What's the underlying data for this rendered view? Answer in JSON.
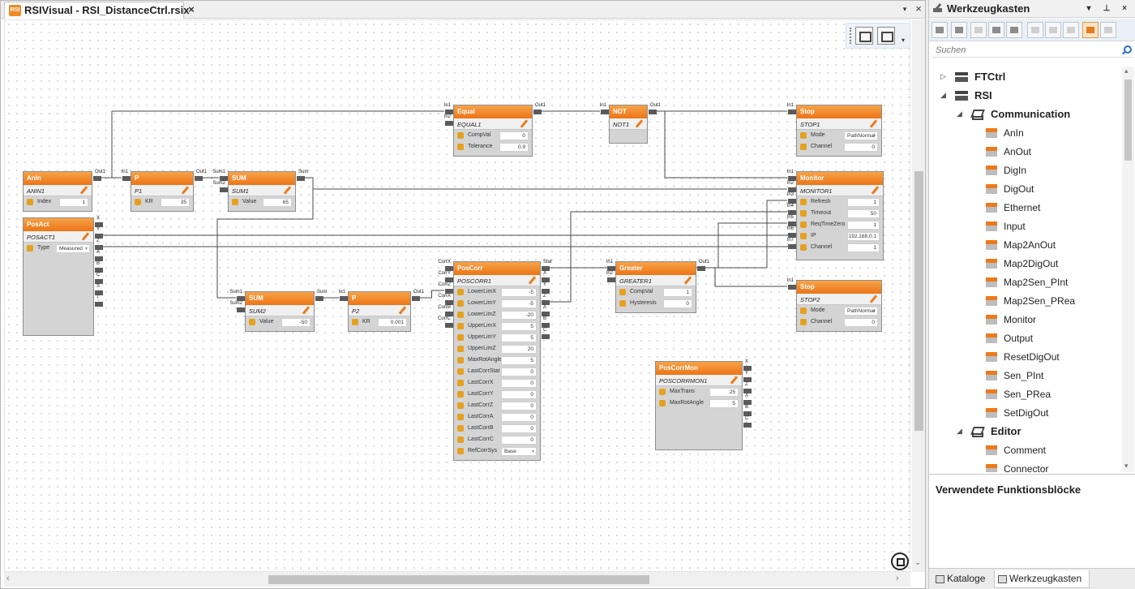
{
  "document": {
    "tab_title": "RSIVisual - RSI_DistanceCtrl.rsix",
    "icon_text": "RSI",
    "close": "×",
    "dropdown": "▾",
    "window_close": "×"
  },
  "canvas": {
    "toolbar_more": "▾"
  },
  "blocks": [
    {
      "id": "anin",
      "title": "AnIn",
      "instance": "ANIN1",
      "params": [
        {
          "label": "Index",
          "value": "1"
        }
      ],
      "inputs": [],
      "outputs": [
        "Out1"
      ]
    },
    {
      "id": "posact",
      "title": "PosAct",
      "instance": "POSACT1",
      "params": [
        {
          "label": "Type",
          "value": "Measured",
          "dropdown": true
        }
      ],
      "inputs": [],
      "outputs": [
        "X",
        "Y",
        "Z",
        "A",
        "B",
        "C",
        "S",
        "T"
      ]
    },
    {
      "id": "p1",
      "title": "P",
      "instance": "P1",
      "params": [
        {
          "label": "KR",
          "value": "35"
        }
      ],
      "inputs": [
        "In1"
      ],
      "outputs": [
        "Out1"
      ]
    },
    {
      "id": "sum1",
      "title": "SUM",
      "instance": "SUM1",
      "params": [
        {
          "label": "Value",
          "value": "65"
        }
      ],
      "inputs": [
        "Sum1",
        "Sum2"
      ],
      "outputs": [
        "Sum"
      ]
    },
    {
      "id": "equal",
      "title": "Equal",
      "instance": "EQUAL1",
      "params": [
        {
          "label": "CompVal",
          "value": "0"
        },
        {
          "label": "Tolerance",
          "value": "0.9"
        }
      ],
      "inputs": [
        "In1",
        "In2"
      ],
      "outputs": [
        "Out1"
      ]
    },
    {
      "id": "not",
      "title": "NOT",
      "instance": "NOT1",
      "params": [],
      "inputs": [
        "In1"
      ],
      "outputs": [
        "Out1"
      ]
    },
    {
      "id": "stop1",
      "title": "Stop",
      "instance": "STOP1",
      "params": [
        {
          "label": "Mode",
          "value": "PathNormal",
          "dropdown": true
        },
        {
          "label": "Channel",
          "value": "0"
        }
      ],
      "inputs": [
        "In1"
      ],
      "outputs": []
    },
    {
      "id": "monitor",
      "title": "Monitor",
      "instance": "MONITOR1",
      "params": [
        {
          "label": "Refresh",
          "value": "1"
        },
        {
          "label": "Timeout",
          "value": "50"
        },
        {
          "label": "ReqTimeZero",
          "value": "1"
        },
        {
          "label": "IP",
          "value": "192.168.0.1"
        },
        {
          "label": "Channel",
          "value": "1"
        }
      ],
      "inputs": [
        "In1",
        "In2",
        "In3",
        "In4",
        "In5",
        "In6",
        "In7"
      ],
      "outputs": []
    },
    {
      "id": "stop2",
      "title": "Stop",
      "instance": "STOP2",
      "params": [
        {
          "label": "Mode",
          "value": "PathNormal",
          "dropdown": true
        },
        {
          "label": "Channel",
          "value": "0"
        }
      ],
      "inputs": [
        "In1"
      ],
      "outputs": []
    },
    {
      "id": "sum2",
      "title": "SUM",
      "instance": "SUM2",
      "params": [
        {
          "label": "Value",
          "value": "-50"
        }
      ],
      "inputs": [
        "Sum1",
        "Sum2"
      ],
      "outputs": [
        "Sum"
      ]
    },
    {
      "id": "p2",
      "title": "P",
      "instance": "P2",
      "params": [
        {
          "label": "KR",
          "value": "0.001"
        }
      ],
      "inputs": [
        "In1"
      ],
      "outputs": [
        "Out1"
      ]
    },
    {
      "id": "poscorr",
      "title": "PosCorr",
      "instance": "POSCORR1",
      "params": [
        {
          "label": "LowerLimX",
          "value": "-5"
        },
        {
          "label": "LowerLimY",
          "value": "-5"
        },
        {
          "label": "LowerLimZ",
          "value": "-20"
        },
        {
          "label": "UpperLimX",
          "value": "5"
        },
        {
          "label": "UpperLimY",
          "value": "5"
        },
        {
          "label": "UpperLimZ",
          "value": "20"
        },
        {
          "label": "MaxRotAngle",
          "value": "5"
        },
        {
          "label": "LastCorrStat",
          "value": "0"
        },
        {
          "label": "LastCorrX",
          "value": "0"
        },
        {
          "label": "LastCorrY",
          "value": "0"
        },
        {
          "label": "LastCorrZ",
          "value": "0"
        },
        {
          "label": "LastCorrA",
          "value": "0"
        },
        {
          "label": "LastCorrB",
          "value": "0"
        },
        {
          "label": "LastCorrC",
          "value": "0"
        },
        {
          "label": "RefCorrSys",
          "value": "Base",
          "dropdown": true
        }
      ],
      "inputs": [
        "CorrX",
        "CorrY",
        "CorrZ",
        "CorrA",
        "CorrB",
        "CorrC"
      ],
      "outputs": [
        "Stat",
        "X",
        "Y",
        "Z",
        "A",
        "B",
        "C"
      ]
    },
    {
      "id": "greater",
      "title": "Greater",
      "instance": "GREATER1",
      "params": [
        {
          "label": "CompVal",
          "value": "1"
        },
        {
          "label": "Hysteresis",
          "value": "0"
        }
      ],
      "inputs": [
        "In1",
        "In2"
      ],
      "outputs": [
        "Out1"
      ]
    },
    {
      "id": "poscorrmon",
      "title": "PosCorrMon",
      "instance": "POSCORRMON1",
      "params": [
        {
          "label": "MaxTrans",
          "value": "25"
        },
        {
          "label": "MaxRotAngle",
          "value": "5"
        }
      ],
      "inputs": [],
      "outputs": [
        "X",
        "Y",
        "Z",
        "A",
        "B",
        "C"
      ]
    }
  ],
  "toolbox": {
    "title": "Werkzeugkasten",
    "dropdown": "▾",
    "pin": "⊥",
    "close": "×",
    "search_placeholder": "Suchen",
    "tree": [
      {
        "label": "FTCtrl",
        "level": 0,
        "expander": "▷",
        "icon": "library-icon"
      },
      {
        "label": "RSI",
        "level": 0,
        "expander": "◢",
        "icon": "library-icon"
      },
      {
        "label": "Communication",
        "level": 1,
        "expander": "◢",
        "icon": "stack-icon"
      },
      {
        "label": "AnIn",
        "level": 2,
        "icon": "function-block-icon"
      },
      {
        "label": "AnOut",
        "level": 2,
        "icon": "function-block-icon"
      },
      {
        "label": "DigIn",
        "level": 2,
        "icon": "function-block-icon"
      },
      {
        "label": "DigOut",
        "level": 2,
        "icon": "function-block-icon"
      },
      {
        "label": "Ethernet",
        "level": 2,
        "icon": "function-block-icon"
      },
      {
        "label": "Input",
        "level": 2,
        "icon": "function-block-icon"
      },
      {
        "label": "Map2AnOut",
        "level": 2,
        "icon": "function-block-icon"
      },
      {
        "label": "Map2DigOut",
        "level": 2,
        "icon": "function-block-icon"
      },
      {
        "label": "Map2Sen_PInt",
        "level": 2,
        "icon": "function-block-icon"
      },
      {
        "label": "Map2Sen_PRea",
        "level": 2,
        "icon": "function-block-icon"
      },
      {
        "label": "Monitor",
        "level": 2,
        "icon": "function-block-icon"
      },
      {
        "label": "Output",
        "level": 2,
        "icon": "function-block-icon"
      },
      {
        "label": "ResetDigOut",
        "level": 2,
        "icon": "function-block-icon"
      },
      {
        "label": "Sen_PInt",
        "level": 2,
        "icon": "function-block-icon"
      },
      {
        "label": "Sen_PRea",
        "level": 2,
        "icon": "function-block-icon"
      },
      {
        "label": "SetDigOut",
        "level": 2,
        "icon": "function-block-icon"
      },
      {
        "label": "Editor",
        "level": 1,
        "expander": "◢",
        "icon": "stack-icon"
      },
      {
        "label": "Comment",
        "level": 2,
        "icon": "function-block-icon"
      },
      {
        "label": "Connector",
        "level": 2,
        "icon": "function-block-icon"
      }
    ],
    "used_blocks_header": "Verwendete Funktionsblöcke",
    "bottom_tabs": [
      {
        "label": "Kataloge"
      },
      {
        "label": "Werkzeugkasten",
        "selected": true
      }
    ],
    "tree_up": "▴",
    "tree_down": "▾"
  },
  "colors": {
    "block_header": "#ec7416",
    "block_body": "#d4d4d4",
    "wire": "#4a4a4a"
  }
}
